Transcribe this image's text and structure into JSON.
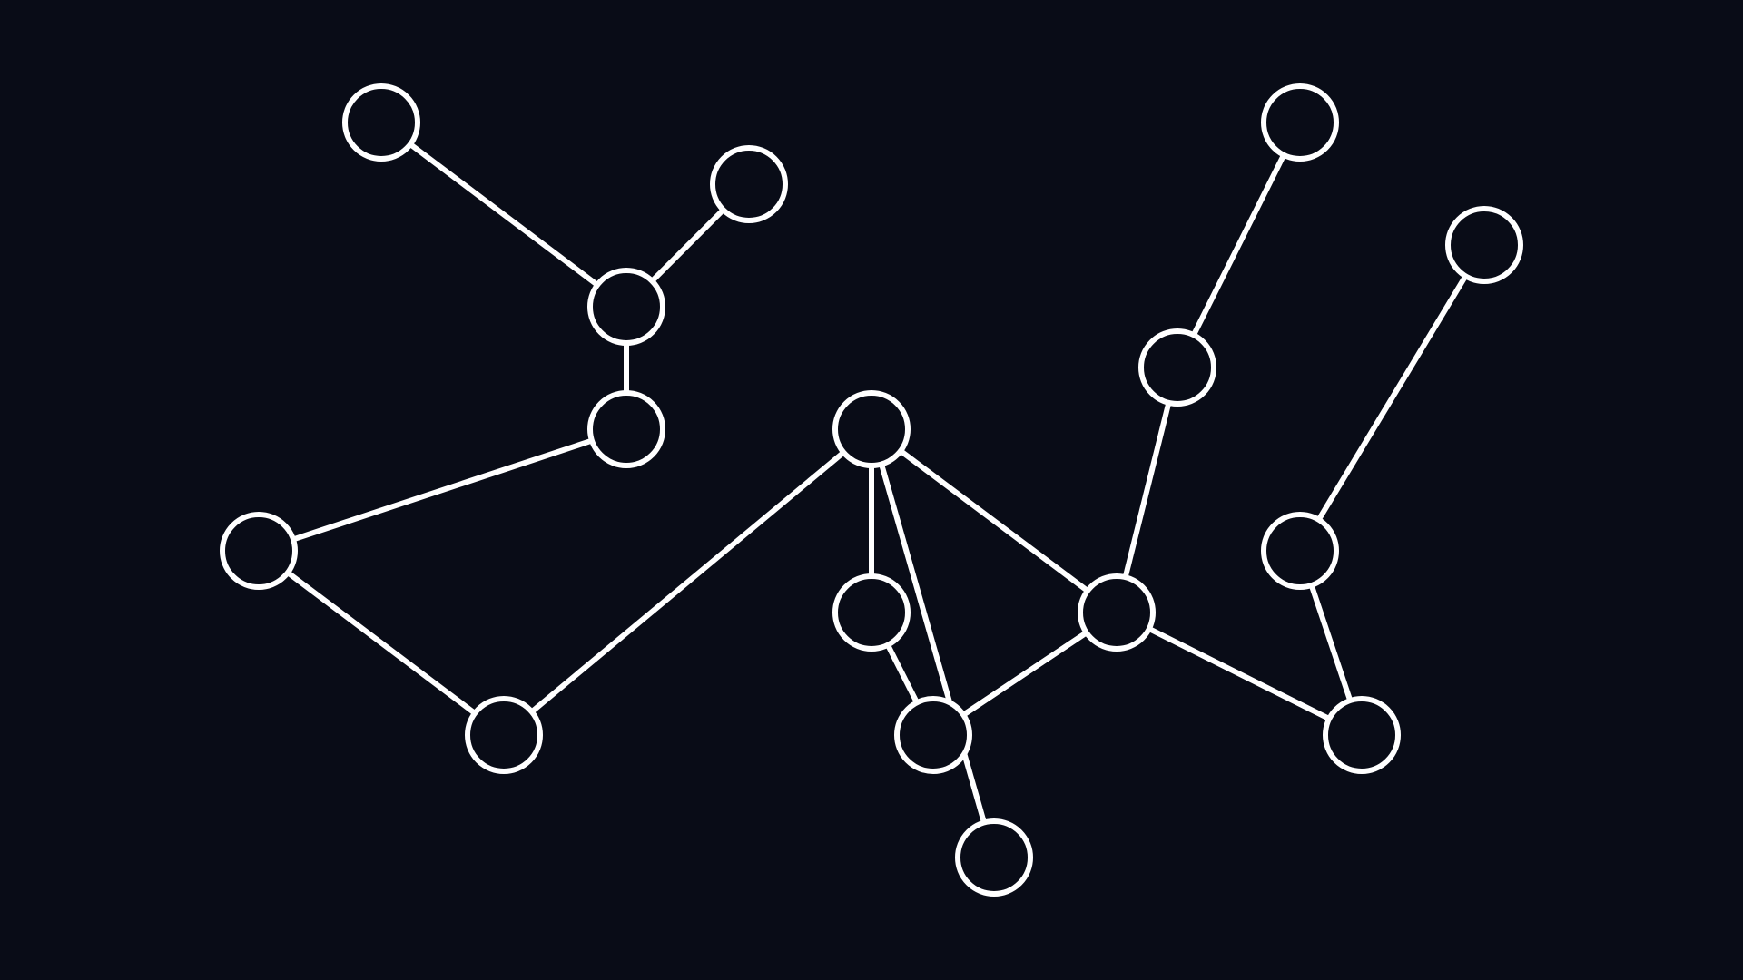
{
  "colors": {
    "background": "#090c17",
    "stroke": "#ffffff"
  },
  "nodes": [
    {
      "id": "n1"
    },
    {
      "id": "n2"
    },
    {
      "id": "n3"
    },
    {
      "id": "n4"
    },
    {
      "id": "n5"
    },
    {
      "id": "n6"
    },
    {
      "id": "n7"
    },
    {
      "id": "n8"
    },
    {
      "id": "n9"
    },
    {
      "id": "n10"
    },
    {
      "id": "n11"
    },
    {
      "id": "n12"
    },
    {
      "id": "n13"
    },
    {
      "id": "n14"
    },
    {
      "id": "n15"
    },
    {
      "id": "n16"
    },
    {
      "id": "n17"
    }
  ],
  "edges": [
    [
      "n1",
      "n3"
    ],
    [
      "n2",
      "n3"
    ],
    [
      "n3",
      "n4"
    ],
    [
      "n4",
      "n5"
    ],
    [
      "n5",
      "n6"
    ],
    [
      "n6",
      "n7"
    ],
    [
      "n7",
      "n8"
    ],
    [
      "n7",
      "n10"
    ],
    [
      "n8",
      "n9"
    ],
    [
      "n9",
      "n11"
    ],
    [
      "n7",
      "n12"
    ],
    [
      "n12",
      "n9"
    ],
    [
      "n12",
      "n13"
    ],
    [
      "n13",
      "n14"
    ],
    [
      "n12",
      "n16"
    ],
    [
      "n15",
      "n17"
    ],
    [
      "n17",
      "n16"
    ]
  ]
}
